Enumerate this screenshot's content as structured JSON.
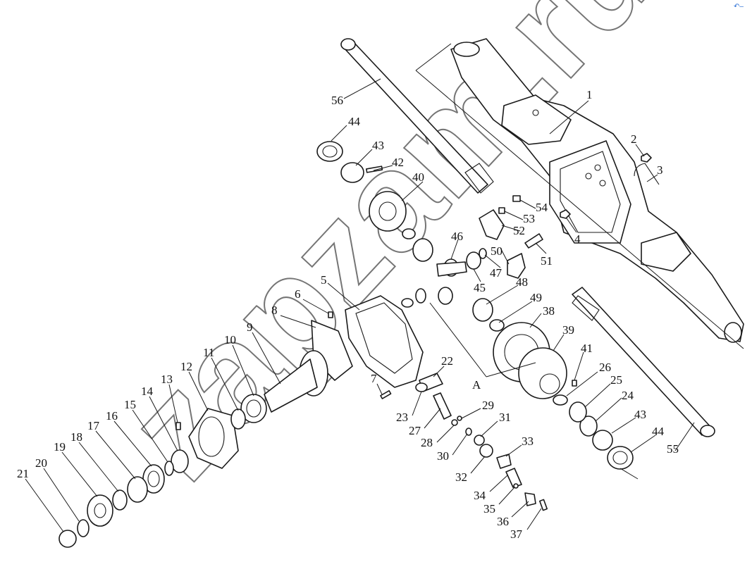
{
  "watermark": "zapzam.ru",
  "detail_label": "A",
  "callouts": [
    "1",
    "2",
    "3",
    "4",
    "5",
    "6",
    "7",
    "8",
    "9",
    "10",
    "11",
    "12",
    "13",
    "14",
    "15",
    "16",
    "17",
    "18",
    "19",
    "20",
    "21",
    "22",
    "23",
    "24",
    "25",
    "26",
    "27",
    "28",
    "29",
    "30",
    "31",
    "32",
    "33",
    "34",
    "35",
    "36",
    "37",
    "38",
    "39",
    "40",
    "41",
    "42",
    "43",
    "44",
    "45",
    "46",
    "47",
    "48",
    "49",
    "50",
    "51",
    "52",
    "53",
    "54",
    "55",
    "56",
    "43",
    "44"
  ],
  "colors": {
    "line": "#1a1a1a",
    "background": "#ffffff",
    "corner_mark": "#2b6fd6"
  },
  "corner_icon": "link-icon"
}
